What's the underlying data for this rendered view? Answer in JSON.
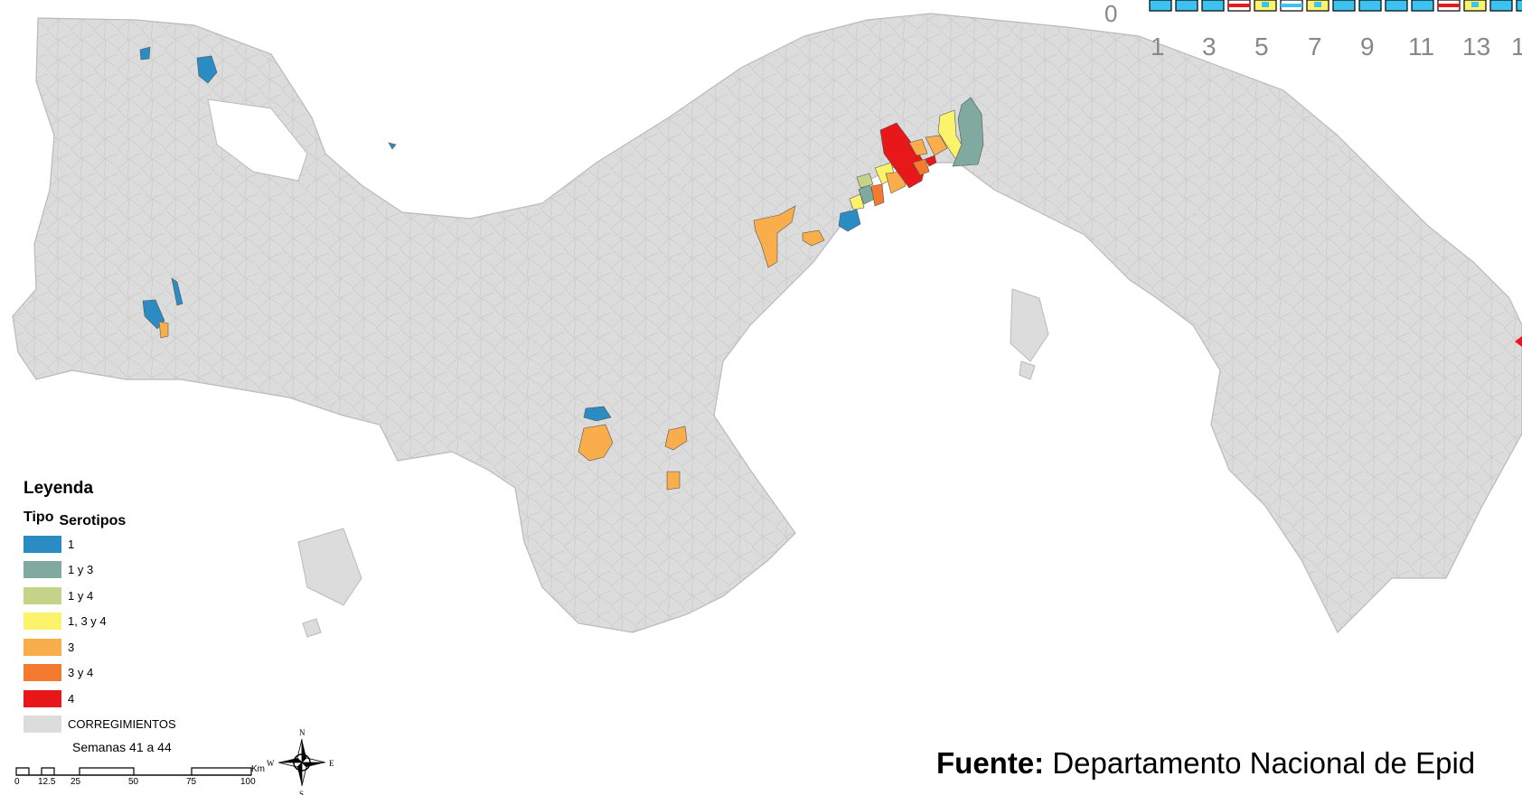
{
  "map": {
    "base_color": "#dcdcdc",
    "border_color": "#b9b9b9"
  },
  "legend": {
    "title": "Leyenda",
    "tipo_label": "Tipo",
    "serotipos_label": "Serotipos",
    "items": [
      {
        "label": "1",
        "color": "#2b8cc4"
      },
      {
        "label": "1 y 3",
        "color": "#80aaa0"
      },
      {
        "label": "1 y 4",
        "color": "#c3d48a"
      },
      {
        "label": "1, 3 y 4",
        "color": "#fbf36b"
      },
      {
        "label": "3",
        "color": "#f9ad4b"
      },
      {
        "label": "3 y 4",
        "color": "#f37a2e"
      },
      {
        "label": "4",
        "color": "#e8171a"
      },
      {
        "label": "CORREGIMIENTOS",
        "color": "#dcdcdc"
      }
    ],
    "weeks": "Semanas 41 a 44"
  },
  "scale_bar": {
    "unit": "Km",
    "labels": [
      "0",
      "12.5",
      "25",
      "50",
      "75",
      "100"
    ]
  },
  "compass": {
    "n": "N",
    "s": "S",
    "e": "E",
    "w": "W"
  },
  "source": {
    "bold": "Fuente:",
    "text": " Departamento Nacional de Epid"
  },
  "inset_chart": {
    "zero_label": "0",
    "x_ticks": [
      "1",
      "3",
      "5",
      "7",
      "9",
      "11",
      "13",
      "1"
    ]
  }
}
